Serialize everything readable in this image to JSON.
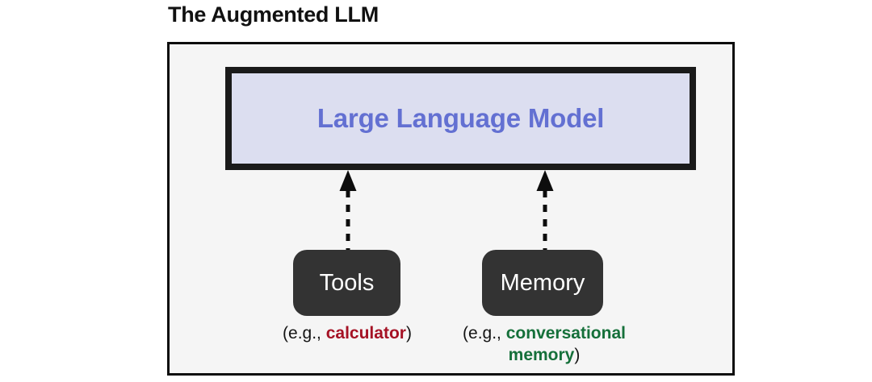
{
  "title": "The Augmented LLM",
  "colors": {
    "page_background": "#ffffff",
    "frame_background": "#f5f5f5",
    "frame_border": "#0d0d0d",
    "llm_fill": "#dcdef0",
    "llm_border": "#1a1a1a",
    "llm_text": "#6370d2",
    "capability_fill": "#333333",
    "capability_text": "#ffffff",
    "caption_text": "#141414",
    "tools_highlight": "#a51225",
    "memory_highlight": "#15703a",
    "arrow": "#0d0d0d"
  },
  "diagram": {
    "central_node": {
      "label": "Large Language Model"
    },
    "connectors": [
      {
        "name": "llm-tools-connector",
        "style": "dashed",
        "heads": "both",
        "orientation": "vertical"
      },
      {
        "name": "llm-memory-connector",
        "style": "dashed",
        "heads": "both",
        "orientation": "vertical"
      }
    ],
    "capabilities": [
      {
        "label": "Tools",
        "caption_prefix": "(e.g., ",
        "caption_highlight": "calculator",
        "caption_suffix": ")"
      },
      {
        "label": "Memory",
        "caption_prefix": "(e.g., ",
        "caption_highlight": "conversational memory",
        "caption_suffix": ")"
      }
    ]
  }
}
